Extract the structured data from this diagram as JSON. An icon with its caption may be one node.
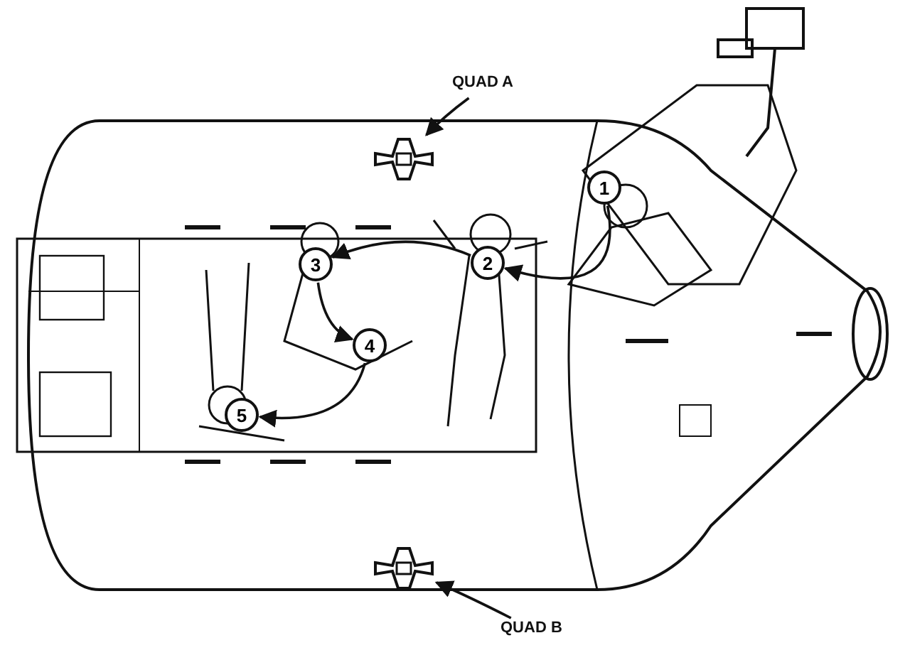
{
  "diagram": {
    "nodes": [
      {
        "text": [
          "QUAD A"
        ]
      },
      {
        "text": [],
        "shape": "picture"
      },
      {
        "text": [
          "1"
        ]
      },
      {
        "text": [
          "2"
        ]
      },
      {
        "text": [
          "3"
        ]
      },
      {
        "text": [
          "4"
        ]
      },
      {
        "text": [
          "5"
        ]
      },
      {
        "text": [],
        "shape": "picture"
      },
      {
        "text": [
          "QUAD B"
        ]
      }
    ],
    "edges": [
      {
        "from": 0,
        "to": 1,
        "arrow": "to"
      },
      {
        "from": 2,
        "to": 3,
        "arrow": "to"
      },
      {
        "from": 3,
        "to": 4,
        "arrow": "to"
      },
      {
        "from": 4,
        "to": 5,
        "arrow": "to"
      },
      {
        "from": 5,
        "to": 6,
        "arrow": "to"
      },
      {
        "from": 8,
        "to": 7,
        "arrow": "to"
      }
    ]
  }
}
